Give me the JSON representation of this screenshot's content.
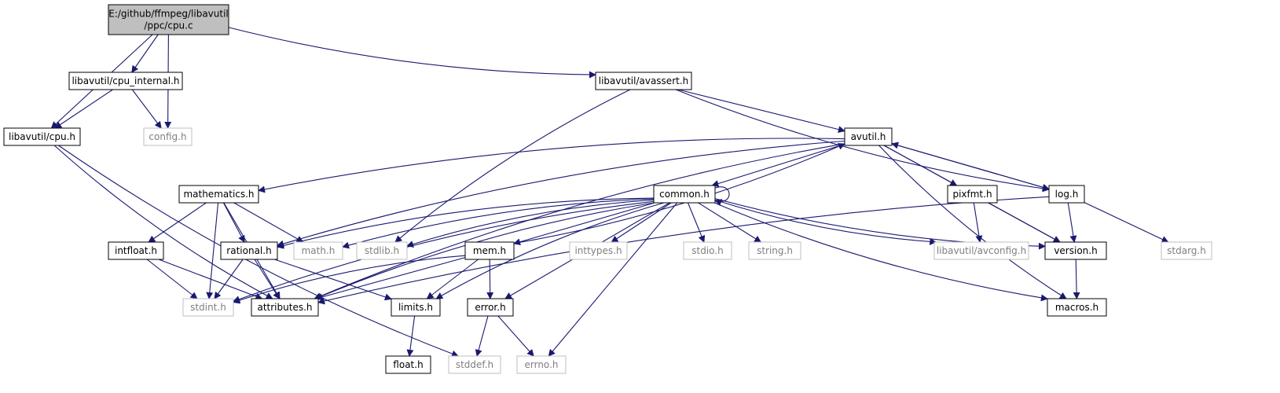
{
  "colors": {
    "edge": "#191970",
    "root_fill": "#bfbfbf",
    "node_border": "#000000",
    "external_border": "#bfbfbf",
    "external_text": "#7f7f7f",
    "text": "#000000"
  },
  "nodes": [
    {
      "id": "cpu_c",
      "lines": [
        "E:/github/ffmpeg/libavutil",
        "/ppc/cpu.c"
      ],
      "kind": "root"
    },
    {
      "id": "cpu_internal_h",
      "lines": [
        "libavutil/cpu_internal.h"
      ],
      "kind": "header"
    },
    {
      "id": "avassert_h",
      "lines": [
        "libavutil/avassert.h"
      ],
      "kind": "header"
    },
    {
      "id": "cpu_h",
      "lines": [
        "libavutil/cpu.h"
      ],
      "kind": "header"
    },
    {
      "id": "config_h",
      "lines": [
        "config.h"
      ],
      "kind": "external"
    },
    {
      "id": "avutil_h",
      "lines": [
        "avutil.h"
      ],
      "kind": "header"
    },
    {
      "id": "mathematics_h",
      "lines": [
        "mathematics.h"
      ],
      "kind": "header"
    },
    {
      "id": "common_h",
      "lines": [
        "common.h"
      ],
      "kind": "header"
    },
    {
      "id": "pixfmt_h",
      "lines": [
        "pixfmt.h"
      ],
      "kind": "header"
    },
    {
      "id": "log_h",
      "lines": [
        "log.h"
      ],
      "kind": "header"
    },
    {
      "id": "intfloat_h",
      "lines": [
        "intfloat.h"
      ],
      "kind": "header"
    },
    {
      "id": "rational_h",
      "lines": [
        "rational.h"
      ],
      "kind": "header"
    },
    {
      "id": "math_h",
      "lines": [
        "math.h"
      ],
      "kind": "external"
    },
    {
      "id": "stdlib_h",
      "lines": [
        "stdlib.h"
      ],
      "kind": "external"
    },
    {
      "id": "mem_h",
      "lines": [
        "mem.h"
      ],
      "kind": "header"
    },
    {
      "id": "inttypes_h",
      "lines": [
        "inttypes.h"
      ],
      "kind": "external"
    },
    {
      "id": "stdio_h",
      "lines": [
        "stdio.h"
      ],
      "kind": "external"
    },
    {
      "id": "string_h",
      "lines": [
        "string.h"
      ],
      "kind": "external"
    },
    {
      "id": "avconfig_h",
      "lines": [
        "libavutil/avconfig.h"
      ],
      "kind": "external"
    },
    {
      "id": "version_h",
      "lines": [
        "version.h"
      ],
      "kind": "header"
    },
    {
      "id": "stdarg_h",
      "lines": [
        "stdarg.h"
      ],
      "kind": "external"
    },
    {
      "id": "stdint_h",
      "lines": [
        "stdint.h"
      ],
      "kind": "external"
    },
    {
      "id": "attributes_h",
      "lines": [
        "attributes.h"
      ],
      "kind": "header"
    },
    {
      "id": "limits_h",
      "lines": [
        "limits.h"
      ],
      "kind": "header"
    },
    {
      "id": "error_h",
      "lines": [
        "error.h"
      ],
      "kind": "header"
    },
    {
      "id": "macros_h",
      "lines": [
        "macros.h"
      ],
      "kind": "header"
    },
    {
      "id": "float_h",
      "lines": [
        "float.h"
      ],
      "kind": "header"
    },
    {
      "id": "stddef_h",
      "lines": [
        "stddef.h"
      ],
      "kind": "external"
    },
    {
      "id": "errno_h",
      "lines": [
        "errno.h"
      ],
      "kind": "external"
    }
  ],
  "edges": [
    [
      "cpu_c",
      "cpu_internal_h"
    ],
    [
      "cpu_c",
      "cpu_h"
    ],
    [
      "cpu_c",
      "config_h"
    ],
    [
      "cpu_c",
      "avassert_h"
    ],
    [
      "cpu_internal_h",
      "cpu_h"
    ],
    [
      "cpu_internal_h",
      "config_h"
    ],
    [
      "cpu_h",
      "attributes_h"
    ],
    [
      "cpu_h",
      "stddef_h"
    ],
    [
      "avassert_h",
      "stdlib_h"
    ],
    [
      "avassert_h",
      "avutil_h"
    ],
    [
      "avassert_h",
      "log_h"
    ],
    [
      "avutil_h",
      "mathematics_h"
    ],
    [
      "avutil_h",
      "common_h"
    ],
    [
      "avutil_h",
      "rational_h"
    ],
    [
      "avutil_h",
      "pixfmt_h"
    ],
    [
      "avutil_h",
      "log_h"
    ],
    [
      "avutil_h",
      "version_h"
    ],
    [
      "avutil_h",
      "macros_h"
    ],
    [
      "avutil_h",
      "attributes_h"
    ],
    [
      "mathematics_h",
      "intfloat_h"
    ],
    [
      "mathematics_h",
      "rational_h"
    ],
    [
      "mathematics_h",
      "math_h"
    ],
    [
      "mathematics_h",
      "stdint_h"
    ],
    [
      "mathematics_h",
      "attributes_h"
    ],
    [
      "common_h",
      "common_h"
    ],
    [
      "common_h",
      "rational_h"
    ],
    [
      "common_h",
      "math_h"
    ],
    [
      "common_h",
      "stdlib_h"
    ],
    [
      "common_h",
      "mem_h"
    ],
    [
      "common_h",
      "inttypes_h"
    ],
    [
      "common_h",
      "stdio_h"
    ],
    [
      "common_h",
      "string_h"
    ],
    [
      "common_h",
      "avconfig_h"
    ],
    [
      "common_h",
      "version_h"
    ],
    [
      "common_h",
      "macros_h"
    ],
    [
      "common_h",
      "errno_h"
    ],
    [
      "common_h",
      "error_h"
    ],
    [
      "common_h",
      "limits_h"
    ],
    [
      "common_h",
      "attributes_h"
    ],
    [
      "common_h",
      "stdint_h"
    ],
    [
      "pixfmt_h",
      "avconfig_h"
    ],
    [
      "pixfmt_h",
      "version_h"
    ],
    [
      "log_h",
      "avutil_h"
    ],
    [
      "log_h",
      "version_h"
    ],
    [
      "log_h",
      "stdarg_h"
    ],
    [
      "log_h",
      "attributes_h"
    ],
    [
      "mem_h",
      "avutil_h"
    ],
    [
      "mem_h",
      "limits_h"
    ],
    [
      "mem_h",
      "error_h"
    ],
    [
      "mem_h",
      "attributes_h"
    ],
    [
      "mem_h",
      "stdint_h"
    ],
    [
      "intfloat_h",
      "stdint_h"
    ],
    [
      "intfloat_h",
      "attributes_h"
    ],
    [
      "rational_h",
      "stdint_h"
    ],
    [
      "rational_h",
      "limits_h"
    ],
    [
      "rational_h",
      "attributes_h"
    ],
    [
      "version_h",
      "macros_h"
    ],
    [
      "limits_h",
      "float_h"
    ],
    [
      "error_h",
      "errno_h"
    ],
    [
      "error_h",
      "stddef_h"
    ]
  ]
}
